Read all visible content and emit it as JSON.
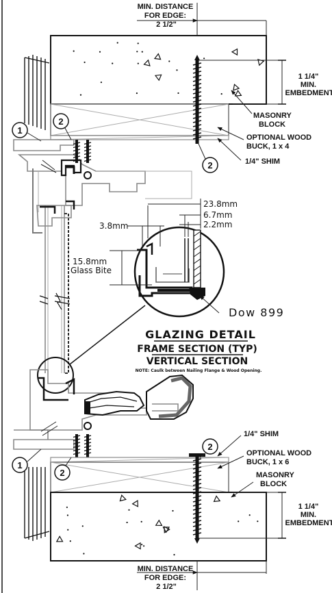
{
  "labels": {
    "top_min_distance": [
      "MIN. DISTANCE",
      "FOR EDGE:",
      "2 1/2\""
    ],
    "bottom_min_distance": [
      "MIN. DISTANCE",
      "FOR EDGE:",
      "2 1/2\""
    ],
    "top_embedment": [
      "1 1/4\"",
      "MIN.",
      "EMBEDMENT"
    ],
    "bottom_embedment": [
      "1 1/4\"",
      "MIN.",
      "EMBEDMENT"
    ],
    "top_masonry": [
      "MASONRY",
      "BLOCK"
    ],
    "bottom_masonry": [
      "MASONRY",
      "BLOCK"
    ],
    "top_buck": [
      "OPTIONAL WOOD",
      "BUCK, 1 x 4"
    ],
    "bottom_buck": [
      "OPTIONAL WOOD",
      "BUCK, 1 x 6"
    ],
    "top_shim": "1/4\" SHIM",
    "bottom_shim": "1/4\" SHIM",
    "callout_1": "1",
    "callout_2": "2"
  },
  "glazing": {
    "dim_overall": "23.8mm",
    "dim_mid": "6.7mm",
    "dim_small": "2.2mm",
    "dim_left": "3.8mm",
    "glass_bite": [
      "15.8mm",
      "Glass Bite"
    ],
    "sealant": "Dow 899"
  },
  "titles": {
    "glazing_detail": "GLAZING DETAIL",
    "frame_section": "FRAME SECTION (TYP)",
    "vertical_section": "VERTICAL SECTION",
    "note": "NOTE: Caulk between Nailing Flange & Wood Opening."
  }
}
